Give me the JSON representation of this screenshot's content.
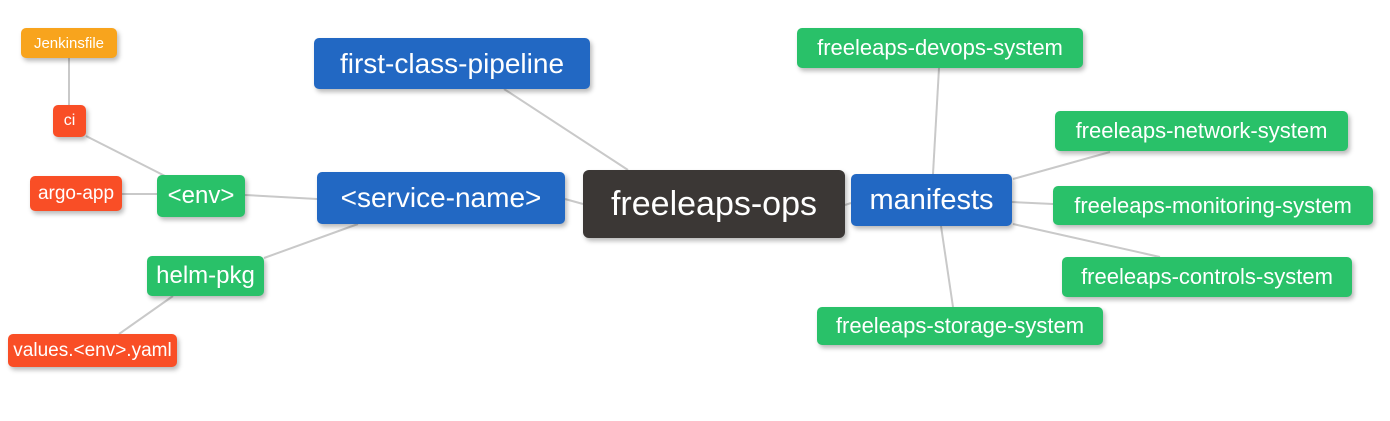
{
  "diagram": {
    "type": "mindmap",
    "root_label": "freeleaps-ops",
    "palette": {
      "blue": "#2268c3",
      "green": "#29c169",
      "orange": "#f8a41d",
      "red": "#f94e26",
      "dark": "#3b3735",
      "connector": "#c9c9c9",
      "background": "#ffffff",
      "text": "#ffffff"
    },
    "nodes": [
      {
        "id": "jenkinsfile",
        "label": "Jenkinsfile",
        "color_role": "orange"
      },
      {
        "id": "ci",
        "label": "ci",
        "color_role": "red"
      },
      {
        "id": "argo-app",
        "label": "argo-app",
        "color_role": "red"
      },
      {
        "id": "env",
        "label": "<env>",
        "color_role": "green"
      },
      {
        "id": "first-class-pipeline",
        "label": "first-class-pipeline",
        "color_role": "blue"
      },
      {
        "id": "service-name",
        "label": "<service-name>",
        "color_role": "blue"
      },
      {
        "id": "freeleaps-ops",
        "label": "freeleaps-ops",
        "color_role": "dark"
      },
      {
        "id": "manifests",
        "label": "manifests",
        "color_role": "blue"
      },
      {
        "id": "helm-pkg",
        "label": "helm-pkg",
        "color_role": "green"
      },
      {
        "id": "values-env-yaml",
        "label": "values.<env>.yaml",
        "color_role": "red"
      },
      {
        "id": "freeleaps-devops-system",
        "label": "freeleaps-devops-system",
        "color_role": "green"
      },
      {
        "id": "freeleaps-network-system",
        "label": "freeleaps-network-system",
        "color_role": "green"
      },
      {
        "id": "freeleaps-monitoring-system",
        "label": "freeleaps-monitoring-system",
        "color_role": "green"
      },
      {
        "id": "freeleaps-controls-system",
        "label": "freeleaps-controls-system",
        "color_role": "green"
      },
      {
        "id": "freeleaps-storage-system",
        "label": "freeleaps-storage-system",
        "color_role": "green"
      }
    ],
    "edges": [
      {
        "from": "jenkinsfile",
        "to": "ci"
      },
      {
        "from": "ci",
        "to": "env"
      },
      {
        "from": "argo-app",
        "to": "env"
      },
      {
        "from": "env",
        "to": "service-name"
      },
      {
        "from": "first-class-pipeline",
        "to": "freeleaps-ops"
      },
      {
        "from": "service-name",
        "to": "freeleaps-ops"
      },
      {
        "from": "service-name",
        "to": "helm-pkg"
      },
      {
        "from": "helm-pkg",
        "to": "values-env-yaml"
      },
      {
        "from": "freeleaps-ops",
        "to": "manifests"
      },
      {
        "from": "manifests",
        "to": "freeleaps-devops-system"
      },
      {
        "from": "manifests",
        "to": "freeleaps-network-system"
      },
      {
        "from": "manifests",
        "to": "freeleaps-monitoring-system"
      },
      {
        "from": "manifests",
        "to": "freeleaps-controls-system"
      },
      {
        "from": "manifests",
        "to": "freeleaps-storage-system"
      }
    ]
  }
}
